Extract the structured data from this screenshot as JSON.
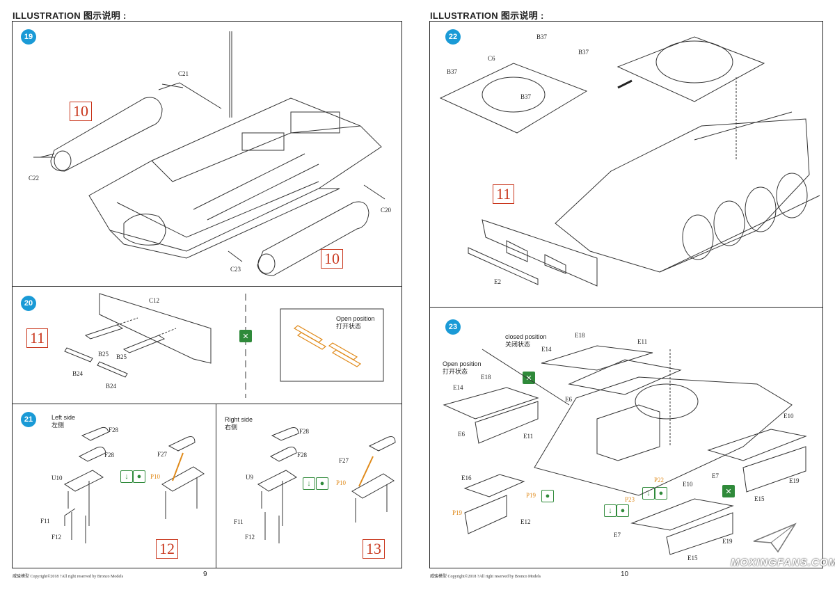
{
  "header_left": "ILLUSTRATION 图示说明 :",
  "header_right": "ILLUSTRATION 图示说明 :",
  "steps": {
    "s19": "19",
    "s20": "20",
    "s21": "21",
    "s22": "22",
    "s23": "23"
  },
  "step19": {
    "box_a": "10",
    "box_b": "10",
    "parts": [
      "C21",
      "C22",
      "C20",
      "C23"
    ]
  },
  "step20": {
    "box": "11",
    "parts": [
      "C12",
      "B25",
      "B25",
      "B24",
      "B24"
    ],
    "open_en": "Open position",
    "open_zh": "打开状态"
  },
  "step21": {
    "left_title_en": "Left side",
    "left_title_zh": "左侧",
    "right_title_en": "Right  side",
    "right_title_zh": "右侧",
    "box_left": "12",
    "box_right": "13",
    "left_parts": [
      "F28",
      "F28",
      "U10",
      "F11",
      "F12",
      "F27",
      "P10"
    ],
    "right_parts": [
      "F28",
      "F28",
      "U9",
      "F11",
      "F12",
      "F27",
      "P10"
    ]
  },
  "step22": {
    "box": "11",
    "parts": [
      "B37",
      "C6",
      "B37",
      "B37",
      "B37",
      "E2"
    ]
  },
  "step23": {
    "closed_en": "closed position",
    "closed_zh": "关闭状态",
    "open_en": "Open position",
    "open_zh": "打开状态",
    "parts": [
      "E18",
      "E11",
      "E14",
      "E6",
      "E14",
      "E18",
      "E6",
      "E11",
      "E10",
      "E7",
      "E19",
      "E15",
      "E16",
      "P19",
      "P19",
      "E12",
      "P22",
      "P23",
      "E10",
      "E7",
      "E19",
      "E15"
    ]
  },
  "footer_left": {
    "brand": "威骏模型",
    "copyright": "Copyright©2018  ?All right reserved by Bronco Models",
    "page": "9"
  },
  "footer_right": {
    "brand": "威骏模型",
    "copyright": "Copyright©2018  ?All right reserved by Bronco Models",
    "page": "10"
  },
  "watermark": "MOXINGFANS.COM",
  "colors": {
    "step_blue": "#1a9ad6",
    "box_red": "#c9361c",
    "part_orange": "#e08a1a",
    "icon_green": "#2f8a3a"
  }
}
